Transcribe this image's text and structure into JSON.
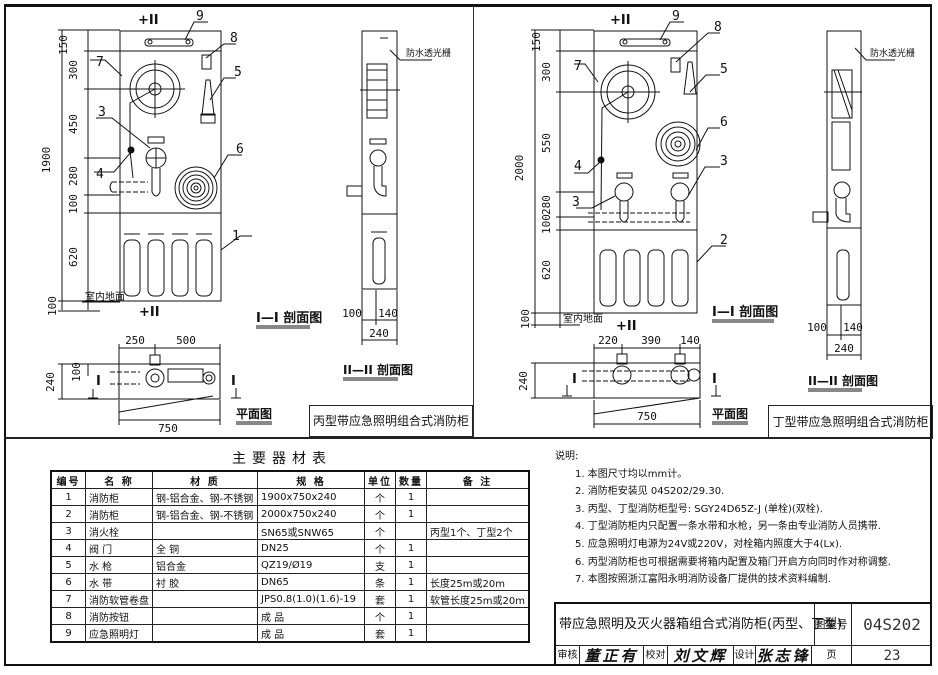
{
  "drawing_left": {
    "caption": "丙型带应急照明组合式消防柜",
    "section_I_label": "I—I 剖面图",
    "section_II_label": "II—II 剖面图",
    "plan_label": "平面图",
    "section_mark_top": "+II",
    "section_mark_bottom": "+II",
    "floor_label": "室内地面",
    "waterproof_label": "防水透光栅",
    "dims_vertical": [
      "150",
      "300",
      "450",
      "280",
      "100",
      "620",
      "100"
    ],
    "dim_total_height": "1900",
    "plan_dims": {
      "a": "250",
      "b": "500",
      "total": "750",
      "depth": "240",
      "inner": "100"
    },
    "section_II_dims": {
      "a": "100",
      "b": "140",
      "total": "240"
    },
    "callouts": [
      "9",
      "8",
      "7",
      "5",
      "3",
      "4",
      "6",
      "1"
    ],
    "plan_cut": "I"
  },
  "drawing_right": {
    "caption": "丁型带应急照明组合式消防柜",
    "section_I_label": "I—I 剖面图",
    "section_II_label": "II—II 剖面图",
    "plan_label": "平面图",
    "section_mark_top": "+II",
    "section_mark_bottom": "+II",
    "floor_label": "室内地面",
    "waterproof_label": "防水透光栅",
    "dims_vertical": [
      "150",
      "300",
      "550",
      "280",
      "100",
      "620",
      "100"
    ],
    "dim_total_height": "2000",
    "plan_dims": {
      "a": "220",
      "b": "390",
      "c": "140",
      "total": "750",
      "depth": "240"
    },
    "section_II_dims": {
      "a": "100",
      "b": "140",
      "total": "240"
    },
    "callouts": [
      "9",
      "8",
      "7",
      "5",
      "6",
      "4",
      "3",
      "3",
      "2"
    ],
    "plan_cut": "I"
  },
  "materials_table": {
    "title": "主要器材表",
    "headers": [
      "编号",
      "名 称",
      "材 质",
      "规 格",
      "单位",
      "数量",
      "备 注"
    ],
    "rows": [
      {
        "no": "1",
        "name": "消防柜",
        "material": "钢-铝合金、钢-不锈钢",
        "spec": "1900x750x240",
        "unit": "个",
        "qty": "1",
        "note": ""
      },
      {
        "no": "2",
        "name": "消防柜",
        "material": "钢-铝合金、钢-不锈钢",
        "spec": "2000x750x240",
        "unit": "个",
        "qty": "1",
        "note": ""
      },
      {
        "no": "3",
        "name": "消火栓",
        "material": "",
        "spec": "SN65或SNW65",
        "unit": "个",
        "qty": "",
        "note": "丙型1个、丁型2个"
      },
      {
        "no": "4",
        "name": "阀 门",
        "material": "全 铜",
        "spec": "DN25",
        "unit": "个",
        "qty": "1",
        "note": ""
      },
      {
        "no": "5",
        "name": "水 枪",
        "material": "铝合金",
        "spec": "QZ19/Ø19",
        "unit": "支",
        "qty": "1",
        "note": ""
      },
      {
        "no": "6",
        "name": "水 带",
        "material": "衬 胶",
        "spec": "DN65",
        "unit": "条",
        "qty": "1",
        "note": "长度25m或20m"
      },
      {
        "no": "7",
        "name": "消防软管卷盘",
        "material": "",
        "spec": "JPS0.8(1.0)(1.6)-19",
        "unit": "套",
        "qty": "1",
        "note": "软管长度25m或20m"
      },
      {
        "no": "8",
        "name": "消防按钮",
        "material": "",
        "spec": "成 品",
        "unit": "个",
        "qty": "1",
        "note": ""
      },
      {
        "no": "9",
        "name": "应急照明灯",
        "material": "",
        "spec": "成 品",
        "unit": "套",
        "qty": "1",
        "note": ""
      }
    ]
  },
  "notes": {
    "heading": "说明:",
    "items": [
      "1. 本图尺寸均以mm计。",
      "2. 消防柜安装见 04S202/29.30.",
      "3. 丙型、丁型消防柜型号: SGY24D65Z-J (单栓)(双栓).",
      "4. 丁型消防柜内只配置一条水带和水枪，另一条由专业消防人员携带.",
      "5. 应急照明灯电源为24V或220V，对栓箱内照度大于4(Lx).",
      "6. 丙型消防柜也可根据需要将箱内配置及箱门开启方向同时作对称调整.",
      "7. 本图按照浙江富阳永明消防设备厂提供的技术资料编制."
    ]
  },
  "title_block": {
    "title": "带应急照明及灭火器箱组合式消防柜(丙型、丁型)",
    "set_label": "图集号",
    "set_number": "04S202",
    "review_label": "审核",
    "review_sig": "董正有",
    "check_label": "校对",
    "check_sig": "刘文辉",
    "design_label": "设计",
    "design_sig": "张志锋",
    "page_label": "页",
    "page_number": "23"
  }
}
